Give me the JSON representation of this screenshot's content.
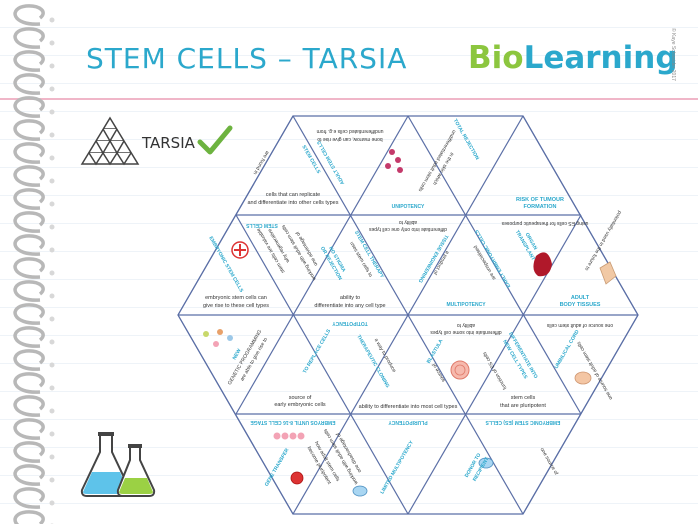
{
  "header": {
    "title": "STEM CELLS – TARSIA",
    "brand_part1": "Bio",
    "brand_part2": "Learning",
    "copyright": "© Kaye Schneider 2017"
  },
  "activity": {
    "label": "TARSIA"
  },
  "tiles": {
    "t1": {
      "a": "cells that can replicate",
      "b": "and differentiate into other cells types",
      "c": "ADULT STEM CELLS",
      "d": "are found in"
    },
    "t2": {
      "a": "undifferentiated cells e.g. from",
      "b": "bone marrow, can give rise to",
      "c": "STEM CELLS",
      "d": "cell types"
    },
    "t3": {
      "a": "ability to",
      "b": "differentiate into only one cell types",
      "c": "UNIPOTENCY",
      "d": ""
    },
    "t4": {
      "a": "undifferentiated adult stem cells",
      "b": "in the skin which",
      "c": "TOTAL REJECTION",
      "d": ""
    },
    "t5": {
      "a": "RISK OF TUMOUR",
      "b": "FORMATION",
      "c": "using ES cells for therapeutic purposes",
      "d": "one disadvantage of"
    },
    "t6": {
      "a": "why regenerative",
      "b": "stem cells are valuable",
      "c": "STEM CELLS",
      "d": ""
    },
    "t7": {
      "a": "EMBRYONIC STEM CELLS",
      "b": "embryonic stem cells can",
      "c": "give rise to these cell types",
      "d": ""
    },
    "t8": {
      "a": "NO STIGMA",
      "b": "OR REJECTION",
      "c": "one advantage of",
      "d": "working with adult stem cells"
    },
    "t9": {
      "a": "STEM CELL THERAPY",
      "b": "uses stem cells to",
      "c": "ability to",
      "d": "differentiate into any cell type"
    },
    "t10": {
      "a": "TISSUE ENGINEERING",
      "b": "a product of",
      "c": "MULTIPOTENCY",
      "d": ""
    },
    "t11": {
      "a": "EARLY EMBRYONIC CELLS",
      "b": "are unspecialised",
      "c": "ORGAN",
      "d": "TRANSPLANT"
    },
    "t12": {
      "a": "ADULT",
      "b": "BODY TISSUES",
      "c": "one source of adult stem cells",
      "d": "potentially used in the future to"
    },
    "t13": {
      "a": "NEW",
      "b": "GENETIC PROGRAMMING",
      "c": "are able to give rise to",
      "d": ""
    },
    "t14": {
      "a": "TOTIPOTENCY",
      "b": "TO REPLACE CELLS",
      "c": "source of",
      "d": "early embryonic cells"
    },
    "t15": {
      "a": "THERAPEUTIC CLONING",
      "b": "a way to produce",
      "c": "ability to differentiate into most cell types",
      "d": ""
    },
    "t16": {
      "a": "BLASTULA",
      "b": "ability to",
      "c": "differentiate into some cell types",
      "d": "source of"
    },
    "t17": {
      "a": "DIFFERENTIATE INTO",
      "b": "NEW CELL TYPES",
      "c": "function of ES cells",
      "d": ""
    },
    "t18": {
      "a": "stem cells",
      "b": "that are pluripotent",
      "c": "UMBILICAL CORD",
      "d": "one source of adult stem cells"
    },
    "t19": {
      "a": "EMBRYOS UNTIL 8-16 CELL STAGE",
      "b": "",
      "c": "",
      "d": ""
    },
    "t20": {
      "a": "GENE TRANSFER",
      "b": "how adult stem cells",
      "c": "become pluripotent",
      "d": ""
    },
    "t21": {
      "a": "PLURIPOTENCY",
      "b": "one disadvantage of",
      "c": "working with adult stem cells",
      "d": ""
    },
    "t22": {
      "a": "LIMITED MULTIPOTENCY",
      "b": "",
      "c": "",
      "d": ""
    },
    "t23": {
      "a": "EMBRYONIC STEM (ES) CELLS",
      "b": "one source of",
      "c": "",
      "d": ""
    },
    "t24": {
      "a": "DONOR TO",
      "b": "RECIPIENT",
      "c": "",
      "d": ""
    }
  },
  "colors": {
    "accent": "#2ba8cc",
    "green": "#8cc63f",
    "check": "#6db33f",
    "margin": "#f0b6c8",
    "grid": "#5b6fa6"
  },
  "icons": [
    "spiral-binding-icon",
    "tarsia-triangle-icon",
    "check-icon",
    "flasks-icon",
    "cell-illustration-icon"
  ]
}
